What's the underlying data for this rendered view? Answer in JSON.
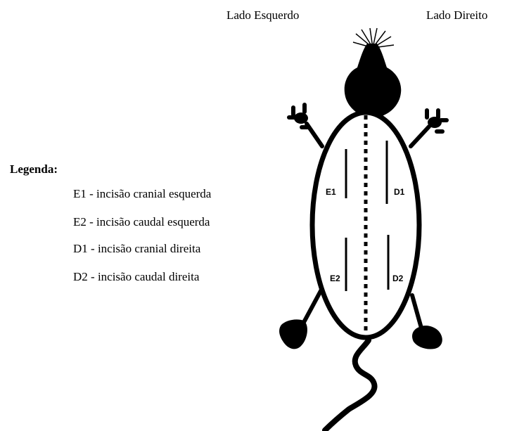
{
  "header": {
    "left_side": "Lado Esquerdo",
    "right_side": "Lado Direito"
  },
  "legend": {
    "title": "Legenda:",
    "items": [
      "E1 - incisão cranial esquerda",
      "E2 - incisão caudal esquerda",
      "D1 - incisão cranial direita",
      "D2 - incisão caudal direita"
    ]
  },
  "diagram": {
    "incision_labels": [
      "E1",
      "D1",
      "E2",
      "D2"
    ]
  }
}
